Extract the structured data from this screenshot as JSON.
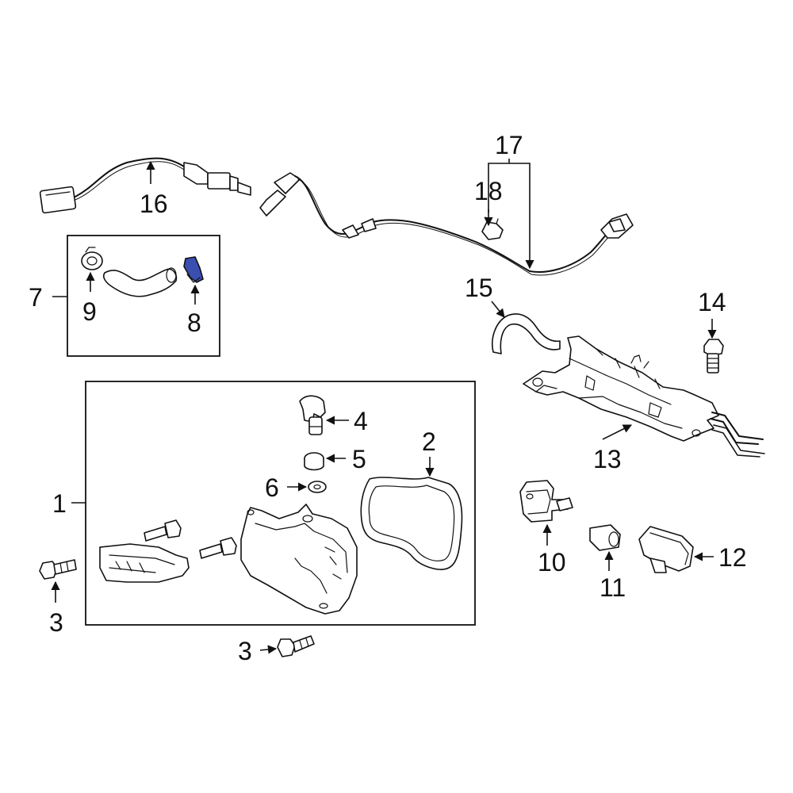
{
  "diagram": {
    "highlight_color": "#3a4fb0",
    "callouts": {
      "c1": "1",
      "c2": "2",
      "c3a": "3",
      "c3b": "3",
      "c4": "4",
      "c5": "5",
      "c6": "6",
      "c7": "7",
      "c8": "8",
      "c9": "9",
      "c10": "10",
      "c11": "11",
      "c12": "12",
      "c13": "13",
      "c14": "14",
      "c15": "15",
      "c16": "16",
      "c17": "17",
      "c18": "18"
    },
    "highlighted_part": "8"
  }
}
